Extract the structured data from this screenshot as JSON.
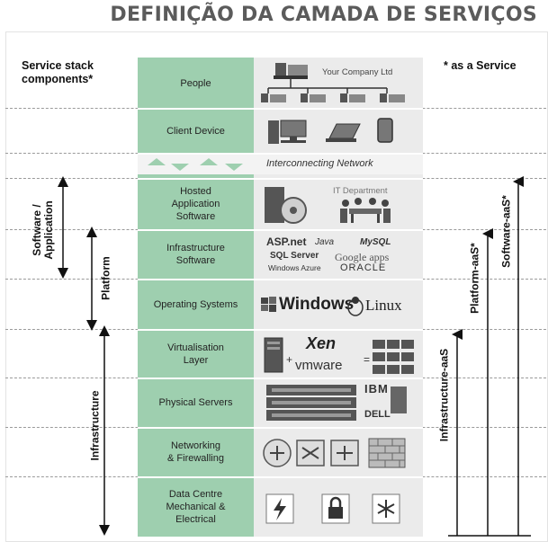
{
  "title": "DEFINIÇÃO DA CAMADA DE SERVIÇOS",
  "corner_labels": {
    "left": "Service stack\ncomponents*",
    "right": "* as a Service"
  },
  "layers": [
    {
      "label": "People"
    },
    {
      "label": "Client Device"
    },
    {
      "label": "Interconnecting Network"
    },
    {
      "label": "Hosted\nApplication\nSoftware"
    },
    {
      "label": "Infrastructure\nSoftware"
    },
    {
      "label": "Operating Systems"
    },
    {
      "label": "Virtualisation\nLayer"
    },
    {
      "label": "Physical Servers"
    },
    {
      "label": "Networking\n& Firewalling"
    },
    {
      "label": "Data Centre\nMechanical &\nElectrical"
    }
  ],
  "icon_texts": {
    "company": "Your Company Ltd",
    "it_department": "IT Department",
    "aspnet": "ASP.net",
    "java": "Java",
    "mysql": "MySQL",
    "sqlserver": "SQL Server",
    "googleapps": "Google apps",
    "windows_azure": "Windows Azure",
    "oracle": "ORACLE",
    "windows": "Windows",
    "linux": "Linux",
    "xen": "Xen",
    "vmware": "vmware",
    "ibm": "IBM",
    "dell": "DELL"
  },
  "left_scopes": [
    {
      "label": "Software /\nApplication"
    },
    {
      "label": "Platform"
    },
    {
      "label": "Infrastructure"
    }
  ],
  "right_scopes": [
    {
      "label": "Infrastructure-aaS"
    },
    {
      "label": "Platform-aaS*"
    },
    {
      "label": "Software-aaS*"
    }
  ],
  "colors": {
    "title": "#5b5b5b",
    "layer_green": "#9ecfaf",
    "icon_gray": "#ebebeb",
    "arrow": "#111111"
  }
}
